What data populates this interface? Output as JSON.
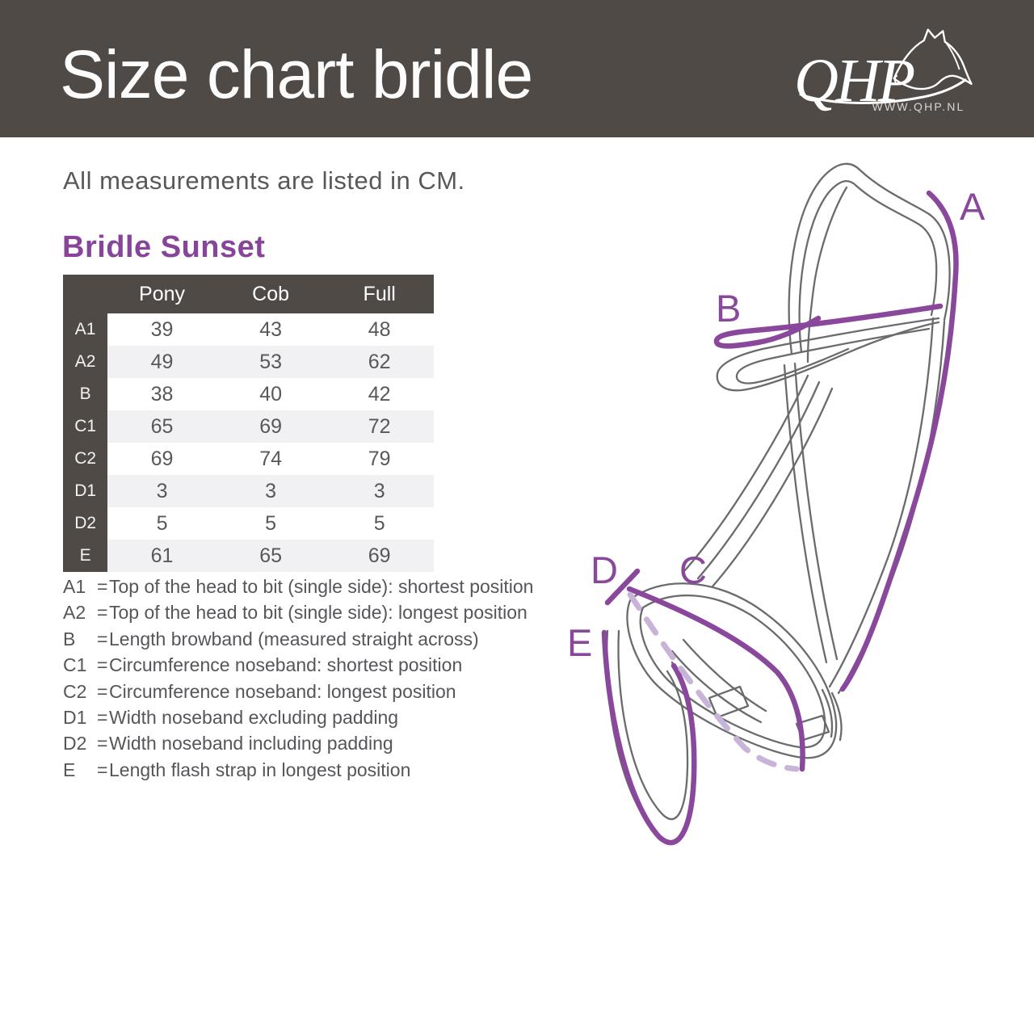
{
  "header": {
    "title": "Size chart bridle",
    "logo_text": "QHP",
    "logo_url": "WWW.QHP.NL"
  },
  "intro": "All measurements are listed in CM.",
  "product": {
    "title": "Bridle Sunset"
  },
  "size_table": {
    "columns": [
      "Pony",
      "Cob",
      "Full"
    ],
    "rows": [
      {
        "label": "A1",
        "values": [
          "39",
          "43",
          "48"
        ]
      },
      {
        "label": "A2",
        "values": [
          "49",
          "53",
          "62"
        ]
      },
      {
        "label": "B",
        "values": [
          "38",
          "40",
          "42"
        ]
      },
      {
        "label": "C1",
        "values": [
          "65",
          "69",
          "72"
        ]
      },
      {
        "label": "C2",
        "values": [
          "69",
          "74",
          "79"
        ]
      },
      {
        "label": "D1",
        "values": [
          "3",
          "3",
          "3"
        ]
      },
      {
        "label": "D2",
        "values": [
          "5",
          "5",
          "5"
        ]
      },
      {
        "label": "E",
        "values": [
          "61",
          "65",
          "69"
        ]
      }
    ]
  },
  "legend": [
    {
      "key": "A1",
      "eq": "=",
      "text": "Top of the head to bit (single side): shortest position"
    },
    {
      "key": "A2",
      "eq": "=",
      "text": "Top of the head to bit (single side): longest position"
    },
    {
      "key": "B",
      "eq": "=",
      "text": "Length browband (measured straight across)"
    },
    {
      "key": "C1",
      "eq": "=",
      "text": "Circumference noseband: shortest position"
    },
    {
      "key": "C2",
      "eq": "=",
      "text": "Circumference noseband: longest position"
    },
    {
      "key": "D1",
      "eq": "=",
      "text": "Width noseband excluding padding"
    },
    {
      "key": "D2",
      "eq": "=",
      "text": "Width noseband including padding"
    },
    {
      "key": "E",
      "eq": "=",
      "text": "Length flash strap in longest position"
    }
  ],
  "diagram": {
    "labels": {
      "a": "A",
      "b": "B",
      "c": "C",
      "d": "D",
      "e": "E"
    }
  },
  "colors": {
    "accent_purple": "#8a489c",
    "light_purple": "#c9b4d9",
    "header_bar": "#4f4a46",
    "table_alt_row": "#f1f0f2",
    "text_gray": "#57585a",
    "sketch_gray": "#6a6b6d"
  }
}
